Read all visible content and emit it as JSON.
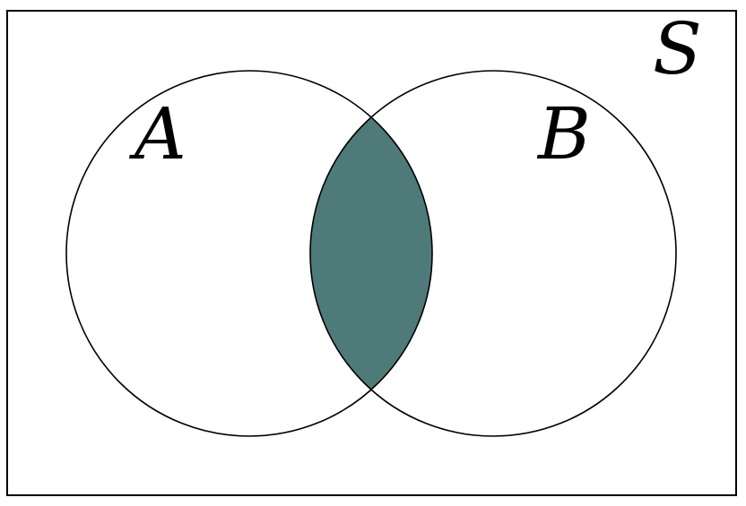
{
  "diagram": {
    "type": "venn",
    "universe_label": "S",
    "sets": [
      {
        "label": "A"
      },
      {
        "label": "B"
      }
    ],
    "shaded_region": "A ∩ B",
    "colors": {
      "shade": "#4f7a7a",
      "stroke": "#000000",
      "background": "#ffffff"
    }
  }
}
